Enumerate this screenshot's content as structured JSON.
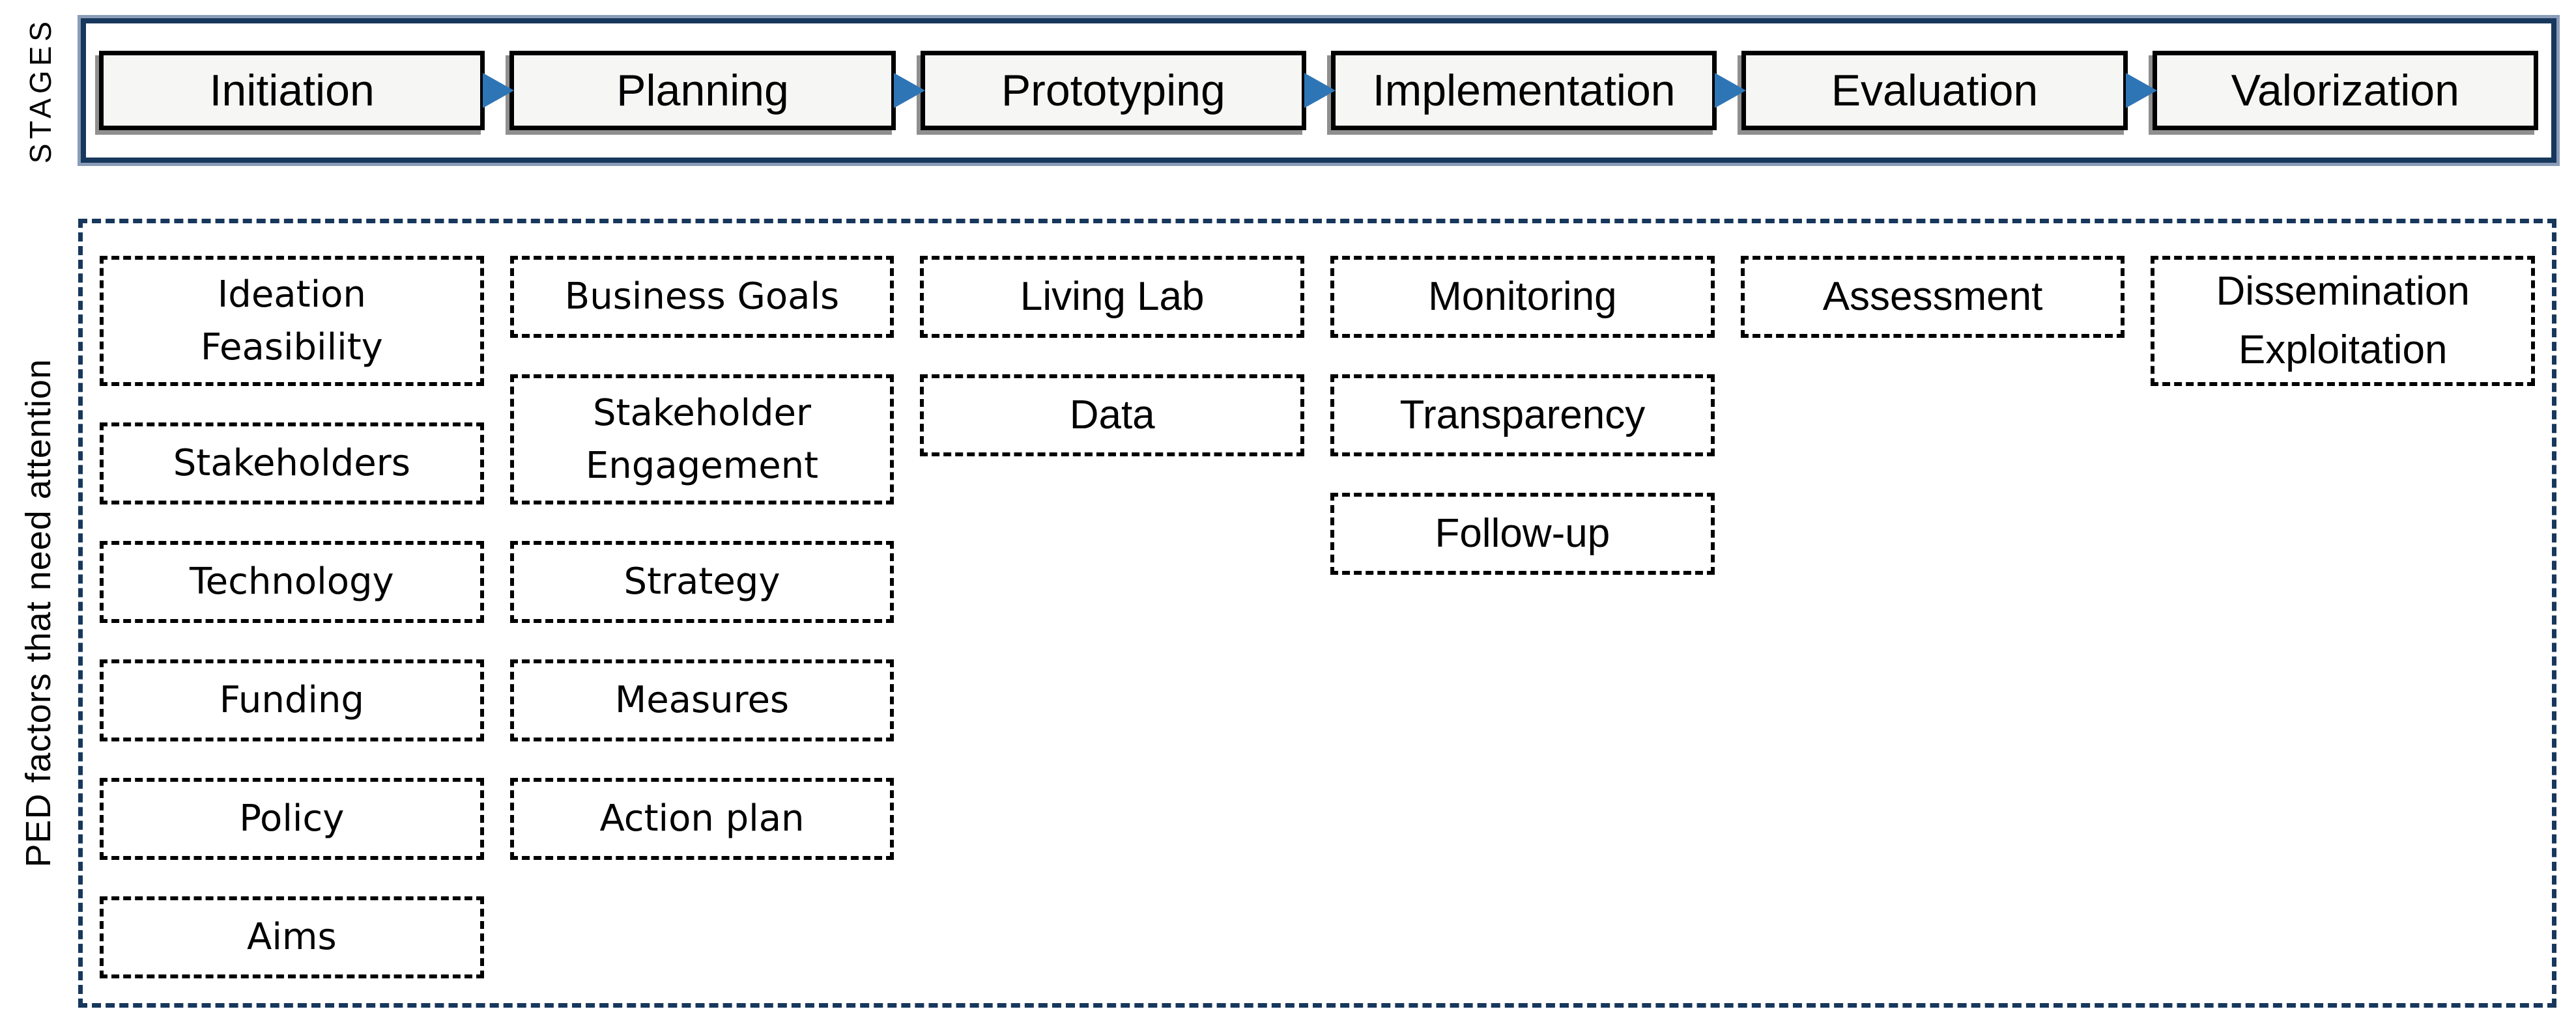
{
  "colors": {
    "container_navy": "#17375c",
    "container_halo_blue": "#8a9cb8",
    "arrow_blue": "#2e75b6",
    "stage_box_fill": "#f6f6f5",
    "stage_box_border": "#000000",
    "stage_box_shadow_gray": "#8f8f8f",
    "factor_box_border": "#000000",
    "text": "#000000",
    "background": "#ffffff"
  },
  "stages": {
    "label": "STAGES",
    "items": [
      {
        "label": "Initiation"
      },
      {
        "label": "Planning"
      },
      {
        "label": "Prototyping"
      },
      {
        "label": "Implementation"
      },
      {
        "label": "Evaluation"
      },
      {
        "label": "Valorization"
      }
    ]
  },
  "factors": {
    "label": "PED factors that need attention",
    "columns": [
      {
        "stage": "Initiation",
        "items": [
          {
            "lines": [
              "Ideation",
              "Feasibility"
            ]
          },
          {
            "lines": [
              "Stakeholders"
            ]
          },
          {
            "lines": [
              "Technology"
            ]
          },
          {
            "lines": [
              "Funding"
            ]
          },
          {
            "lines": [
              "Policy"
            ]
          },
          {
            "lines": [
              "Aims"
            ]
          }
        ]
      },
      {
        "stage": "Planning",
        "items": [
          {
            "lines": [
              "Business Goals"
            ]
          },
          {
            "lines": [
              "Stakeholder",
              "Engagement"
            ]
          },
          {
            "lines": [
              "Strategy"
            ]
          },
          {
            "lines": [
              "Measures"
            ]
          },
          {
            "lines": [
              "Action plan"
            ]
          }
        ]
      },
      {
        "stage": "Prototyping",
        "items": [
          {
            "lines": [
              "Living Lab"
            ]
          },
          {
            "lines": [
              "Data"
            ]
          }
        ]
      },
      {
        "stage": "Implementation",
        "items": [
          {
            "lines": [
              "Monitoring"
            ]
          },
          {
            "lines": [
              "Transparency"
            ]
          },
          {
            "lines": [
              "Follow-up"
            ]
          }
        ]
      },
      {
        "stage": "Evaluation",
        "items": [
          {
            "lines": [
              "Assessment"
            ]
          }
        ]
      },
      {
        "stage": "Valorization",
        "items": [
          {
            "lines": [
              "Dissemination",
              "Exploitation"
            ]
          }
        ]
      }
    ]
  }
}
